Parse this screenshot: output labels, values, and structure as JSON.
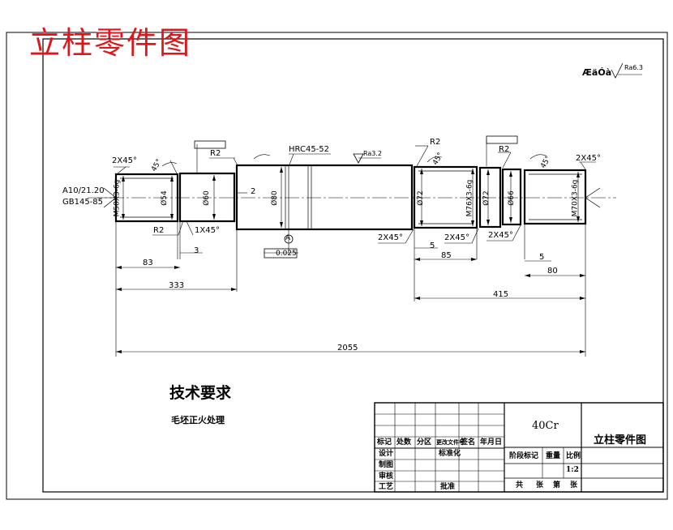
{
  "drawing_title": "立柱零件图",
  "surface_finish_note": "ÆäÓà",
  "surface_finish_value": "Ra6.3",
  "dimensions": {
    "chamfer_left": "2X45°",
    "angle_left": "45°",
    "center_hole_1": "A10/21.20",
    "center_hole_2": "GB145-85",
    "thread_left": "M58X3-6g",
    "dia_54": "Ø54",
    "dia_60": "Ø60",
    "radius_left_top": "R2",
    "radius_left_bottom": "R2",
    "chamfer_1x45": "1X45°",
    "gap_2": "2",
    "hardness": "HRC45-52",
    "surface_ra32": "Ra3.2",
    "dia_80": "Ø80",
    "datum_a": "A",
    "runout": "0.025",
    "radius_right_1": "R2",
    "angle_right_1": "45°",
    "dia_72a": "Ø72",
    "thread_mid": "M76X3-6g",
    "dia_72b": "Ø72",
    "radius_right_2": "R2",
    "angle_right_2": "45°",
    "chamfer_right": "2X45°",
    "dia_66": "Ø66",
    "thread_right": "M70X3-6g",
    "chamfer_r_1": "2X45°",
    "chamfer_r_2": "2X45°",
    "chamfer_r_3": "2X45°",
    "len_83": "83",
    "len_3": "3",
    "len_333": "333",
    "len_5a": "5",
    "len_85": "85",
    "len_5b": "5",
    "len_80": "80",
    "len_415": "415",
    "len_2055": "2055"
  },
  "tech_req_title": "技术要求",
  "tech_req_item": "毛坯正火处理",
  "title_block": {
    "material": "40Cr",
    "part_name": "立柱零件图",
    "scale": "1:2",
    "row_headers": [
      "标记",
      "处数",
      "分区",
      "更改文件号",
      "签名",
      "年月日"
    ],
    "left_labels": [
      "设计",
      "制图",
      "审核",
      "工艺"
    ],
    "std_label": "标准化",
    "approve_label": "批准",
    "mid_headers": [
      "阶段标记",
      "重量",
      "比例"
    ],
    "sheet_labels": [
      "共",
      "张",
      "第",
      "张"
    ]
  }
}
